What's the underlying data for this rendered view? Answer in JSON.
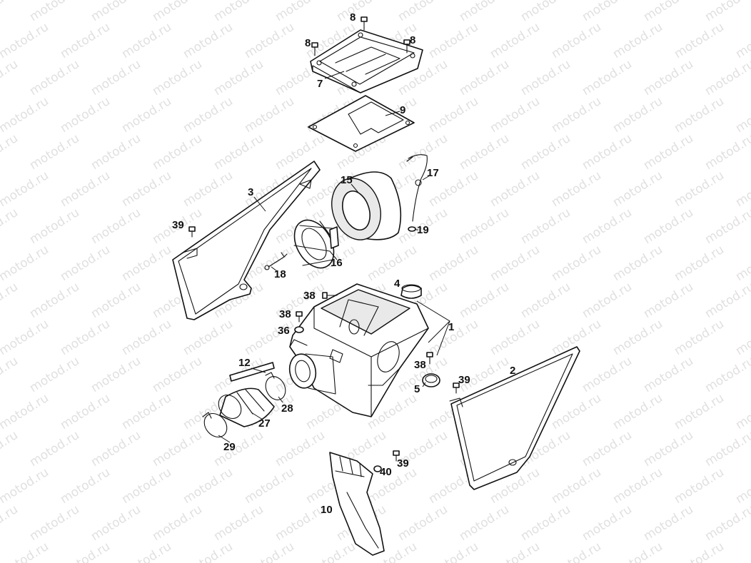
{
  "watermark": "motod.ru",
  "callouts": [
    {
      "id": "8a",
      "text": "8"
    },
    {
      "id": "8b",
      "text": "8"
    },
    {
      "id": "8c",
      "text": "8"
    },
    {
      "id": "7",
      "text": "7"
    },
    {
      "id": "9",
      "text": "9"
    },
    {
      "id": "3",
      "text": "3"
    },
    {
      "id": "15",
      "text": "15"
    },
    {
      "id": "17",
      "text": "17"
    },
    {
      "id": "39a",
      "text": "39"
    },
    {
      "id": "19",
      "text": "19"
    },
    {
      "id": "16",
      "text": "16"
    },
    {
      "id": "18",
      "text": "18"
    },
    {
      "id": "4",
      "text": "4"
    },
    {
      "id": "38a",
      "text": "38"
    },
    {
      "id": "1",
      "text": "1"
    },
    {
      "id": "38b",
      "text": "38"
    },
    {
      "id": "36",
      "text": "36"
    },
    {
      "id": "12",
      "text": "12"
    },
    {
      "id": "2",
      "text": "2"
    },
    {
      "id": "38c",
      "text": "38"
    },
    {
      "id": "39b",
      "text": "39"
    },
    {
      "id": "5",
      "text": "5"
    },
    {
      "id": "28",
      "text": "28"
    },
    {
      "id": "27",
      "text": "27"
    },
    {
      "id": "29",
      "text": "29"
    },
    {
      "id": "40",
      "text": "40"
    },
    {
      "id": "39c",
      "text": "39"
    },
    {
      "id": "10",
      "text": "10"
    }
  ]
}
